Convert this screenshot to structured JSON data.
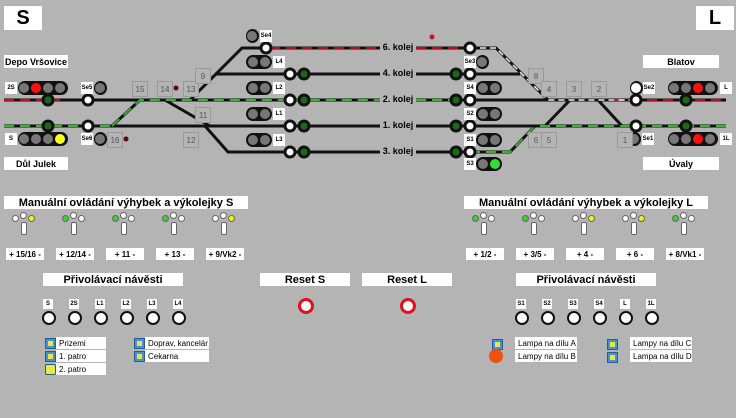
{
  "stations": {
    "left": "S",
    "right": "L"
  },
  "destinations": {
    "top_left": "Depo Vršovice",
    "bottom_left": "Důl Julek",
    "top_right": "Blatov",
    "bottom_right": "Úvaly"
  },
  "tracks": [
    "6. kolej",
    "4. kolej",
    "2. kolej",
    "1. kolej",
    "3. kolej"
  ],
  "signals": {
    "left_entry": [
      "2S",
      "S"
    ],
    "left_shunt": [
      "Se5",
      "Se6",
      "Se4"
    ],
    "left_track": [
      "L4",
      "L2",
      "L1",
      "L3"
    ],
    "right_track": [
      "Se3",
      "S4",
      "S2",
      "S1",
      "S3"
    ],
    "right_shunt": [
      "Se2",
      "Se1"
    ],
    "right_entry": [
      "L",
      "1L"
    ]
  },
  "switch_numbers": {
    "left": [
      "15",
      "14",
      "13",
      "9",
      "11",
      "12",
      "16"
    ],
    "right": [
      "8",
      "4",
      "3",
      "2",
      "6",
      "5",
      "1"
    ]
  },
  "manual_S": {
    "title": "Manuální ovládání výhybek a výkolejky S",
    "items": [
      {
        "label": "+ 15/16 -",
        "state": "minus"
      },
      {
        "label": "+ 12/14 -",
        "state": "plus"
      },
      {
        "label": "+  11  -",
        "state": "plus"
      },
      {
        "label": "+  13  -",
        "state": "plus"
      },
      {
        "label": "+ 9/Vk2 -",
        "state": "minus"
      }
    ]
  },
  "manual_L": {
    "title": "Manuální ovládání výhybek a výkolejky L",
    "items": [
      {
        "label": "+ 1/2 -",
        "state": "plus"
      },
      {
        "label": "+ 3/5 -",
        "state": "plus"
      },
      {
        "label": "+ 4 -",
        "state": "minus"
      },
      {
        "label": "+ 6 -",
        "state": "minus"
      },
      {
        "label": "+ 8/Vk1 -",
        "state": "plus"
      }
    ]
  },
  "call_on_S": {
    "title": "Přivolávací návěsti",
    "signals": [
      "S",
      "2S",
      "L1",
      "L2",
      "L3",
      "L4"
    ]
  },
  "call_on_L": {
    "title": "Přivolávací návěsti",
    "signals": [
      "S1",
      "S2",
      "S3",
      "S4",
      "L",
      "1L"
    ]
  },
  "reset": {
    "S": "Reset S",
    "L": "Reset L"
  },
  "lights_left": [
    "Prizemi",
    "1. patro",
    "2. patro",
    "Doprav, kancelár",
    "Cekarna"
  ],
  "lights_right": [
    "Lampa na dílu A",
    "Lampy na dílu B",
    "Lampy na dílu C",
    "Lampa na dílu D"
  ],
  "colors": {
    "background": "#b4b4b4",
    "route_green": "#3c9a2a",
    "route_red": "#b01020",
    "signal_red": "#ff1010",
    "signal_yellow": "#ffff20",
    "signal_green": "#30e030"
  }
}
